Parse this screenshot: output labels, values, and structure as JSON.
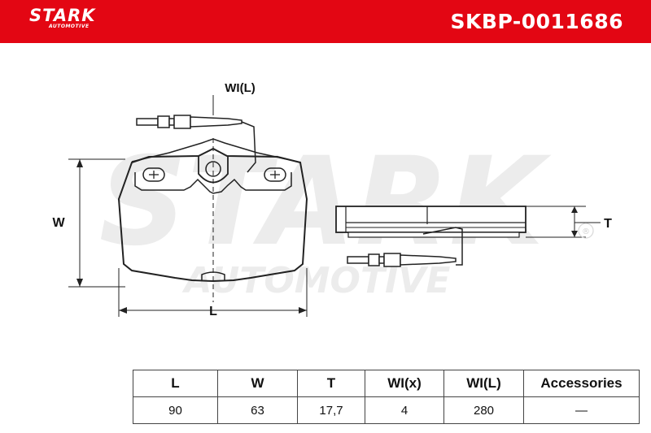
{
  "header": {
    "brand": "STARK",
    "brand_sub": "AUTOMOTIVE",
    "part_number": "SKBP-0011686",
    "bg_color": "#e30613"
  },
  "diagram": {
    "labels": {
      "wear_indicator": "WI(L)",
      "width": "W",
      "length": "L",
      "thickness": "T"
    },
    "watermark": {
      "main": "STARK",
      "sub": "AUTOMOTIVE"
    },
    "registered_mark": "®"
  },
  "specs": {
    "headers": [
      "L",
      "W",
      "T",
      "WI(x)",
      "WI(L)",
      "Accessories"
    ],
    "values": [
      "90",
      "63",
      "17,7",
      "4",
      "280",
      "—"
    ]
  }
}
